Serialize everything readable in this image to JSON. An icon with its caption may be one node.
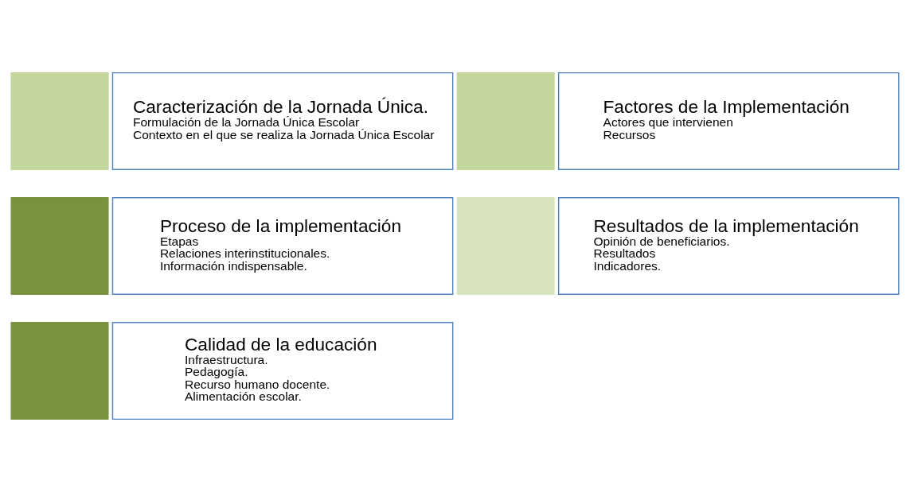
{
  "diagram": {
    "nodes": [
      {
        "text": [],
        "shape": "box"
      },
      {
        "text": [
          "Caracterización de la Jornada Única.",
          "Formulación de la Jornada Única Escolar",
          "Contexto en el que se realiza la Jornada Única Escolar"
        ]
      },
      {
        "text": [],
        "shape": "box"
      },
      {
        "text": [
          "Factores de la Implementación",
          "Actores que intervienen",
          "Recursos"
        ]
      },
      {
        "text": [],
        "shape": "box"
      },
      {
        "text": [
          "Proceso de la implementación",
          "Etapas",
          "Relaciones interinstitucionales.",
          "Información indispensable."
        ]
      },
      {
        "text": [],
        "shape": "box"
      },
      {
        "text": [
          "Resultados de la implementación",
          "Opinión de beneficiarios.",
          "Resultados",
          "Indicadores."
        ]
      },
      {
        "text": [],
        "shape": "box"
      },
      {
        "text": [
          "Calidad de la educación",
          "Infraestructura.",
          "Pedagogía.",
          "Recurso humano docente.",
          "Alimentación escolar."
        ]
      }
    ],
    "edges": []
  }
}
